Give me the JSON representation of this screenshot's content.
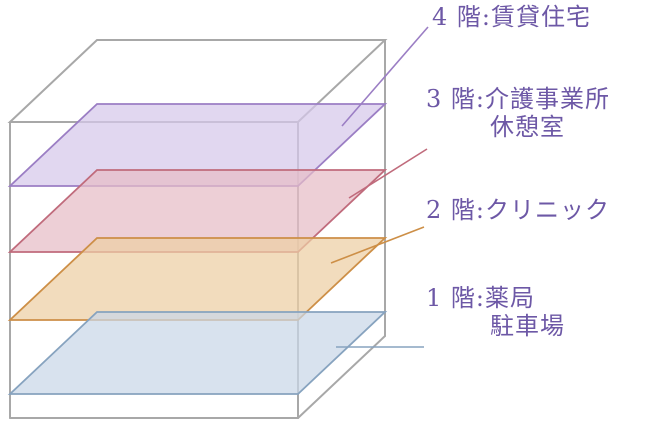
{
  "diagram": {
    "type": "building-floor-cutaway",
    "label_color": "#6d58a6",
    "outline_color": "#a8a8a8",
    "floors": [
      {
        "level": "4F",
        "label_line1": "4 階:賃貸住宅",
        "label_line2": "",
        "fill": "#d5c7ea",
        "stroke": "#9b7ec4"
      },
      {
        "level": "3F",
        "label_line1": "3 階:介護事業所",
        "label_line2": "休憩室",
        "fill": "#e6bcc6",
        "stroke": "#c06b7c"
      },
      {
        "level": "2F",
        "label_line1": "2 階:クリニック",
        "label_line2": "",
        "fill": "#edcfa4",
        "stroke": "#cd8f47"
      },
      {
        "level": "1F",
        "label_line1": "1 階:薬局",
        "label_line2": "駐車場",
        "fill": "#c9d7e7",
        "stroke": "#87a3bf"
      }
    ]
  }
}
